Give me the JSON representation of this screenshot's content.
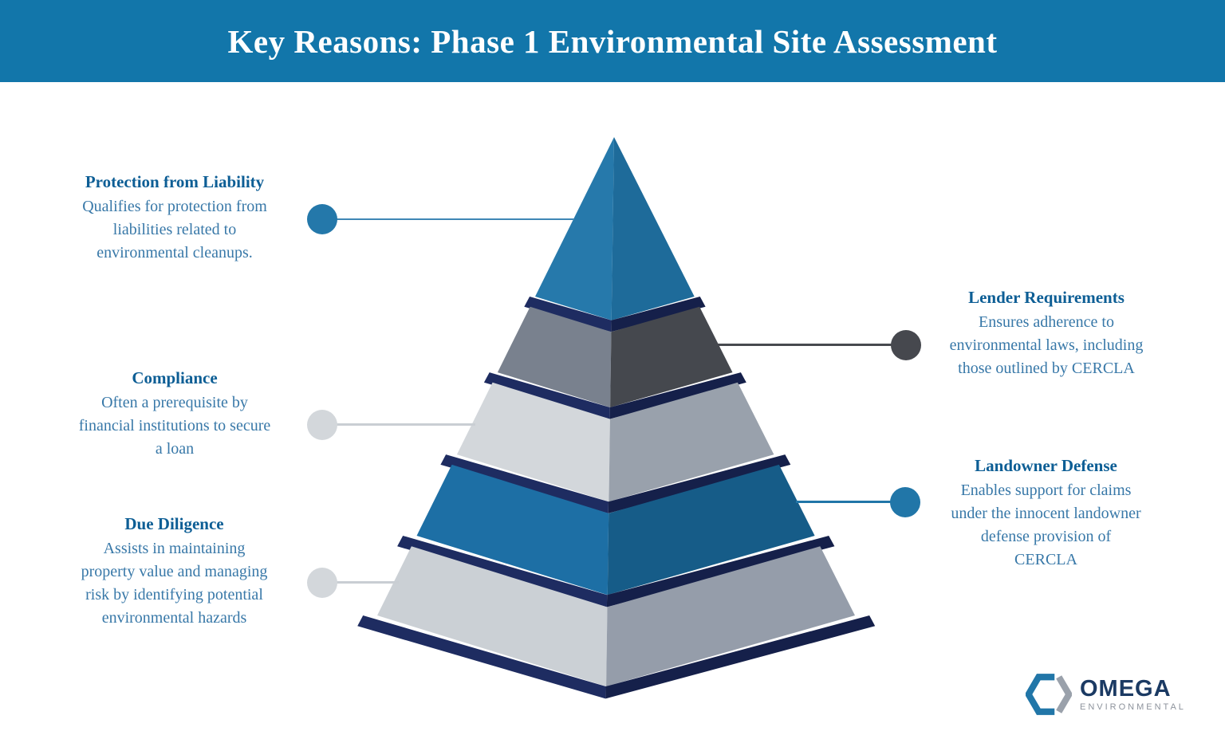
{
  "header": {
    "title": "Key Reasons: Phase 1 Environmental Site Assessment",
    "bg_color": "#1276aa"
  },
  "callouts": {
    "left": [
      {
        "heading": "Protection from Liability",
        "body": "Qualifies for protection from liabilities related to environmental cleanups.",
        "dot_color": "#2478aa"
      },
      {
        "heading": "Compliance",
        "body": "Often a prerequisite by financial institutions to secure a loan",
        "dot_color": "#d3d7db"
      },
      {
        "heading": "Due Diligence",
        "body": "Assists in maintaining property value and managing risk by identifying potential environmental hazards",
        "dot_color": "#d3d7db"
      }
    ],
    "right": [
      {
        "heading": "Lender Requirements",
        "body": "Ensures adherence to environmental laws, including those outlined by CERCLA",
        "dot_color": "#46484e"
      },
      {
        "heading": "Landowner Defense",
        "body": "Enables support for claims under the innocent landowner defense provision of CERCLA",
        "dot_color": "#2176a8"
      }
    ]
  },
  "pyramid": {
    "tiers": [
      {
        "label": "tier-1-top",
        "front": "#2679ab",
        "side": "#1e6b9a"
      },
      {
        "label": "tier-2",
        "front": "#79818e",
        "side": "#45484e"
      },
      {
        "label": "tier-3",
        "front": "#d3d7db",
        "side": "#99a1ac"
      },
      {
        "label": "tier-4",
        "front": "#1d6fa5",
        "side": "#165c88"
      },
      {
        "label": "tier-5-base",
        "front": "#cbd0d5",
        "side": "#959daa"
      }
    ],
    "band": {
      "front": "#1e2c61",
      "side": "#15204a"
    }
  },
  "logo": {
    "name": "OMEGA",
    "subtitle": "ENVIRONMENTAL"
  }
}
